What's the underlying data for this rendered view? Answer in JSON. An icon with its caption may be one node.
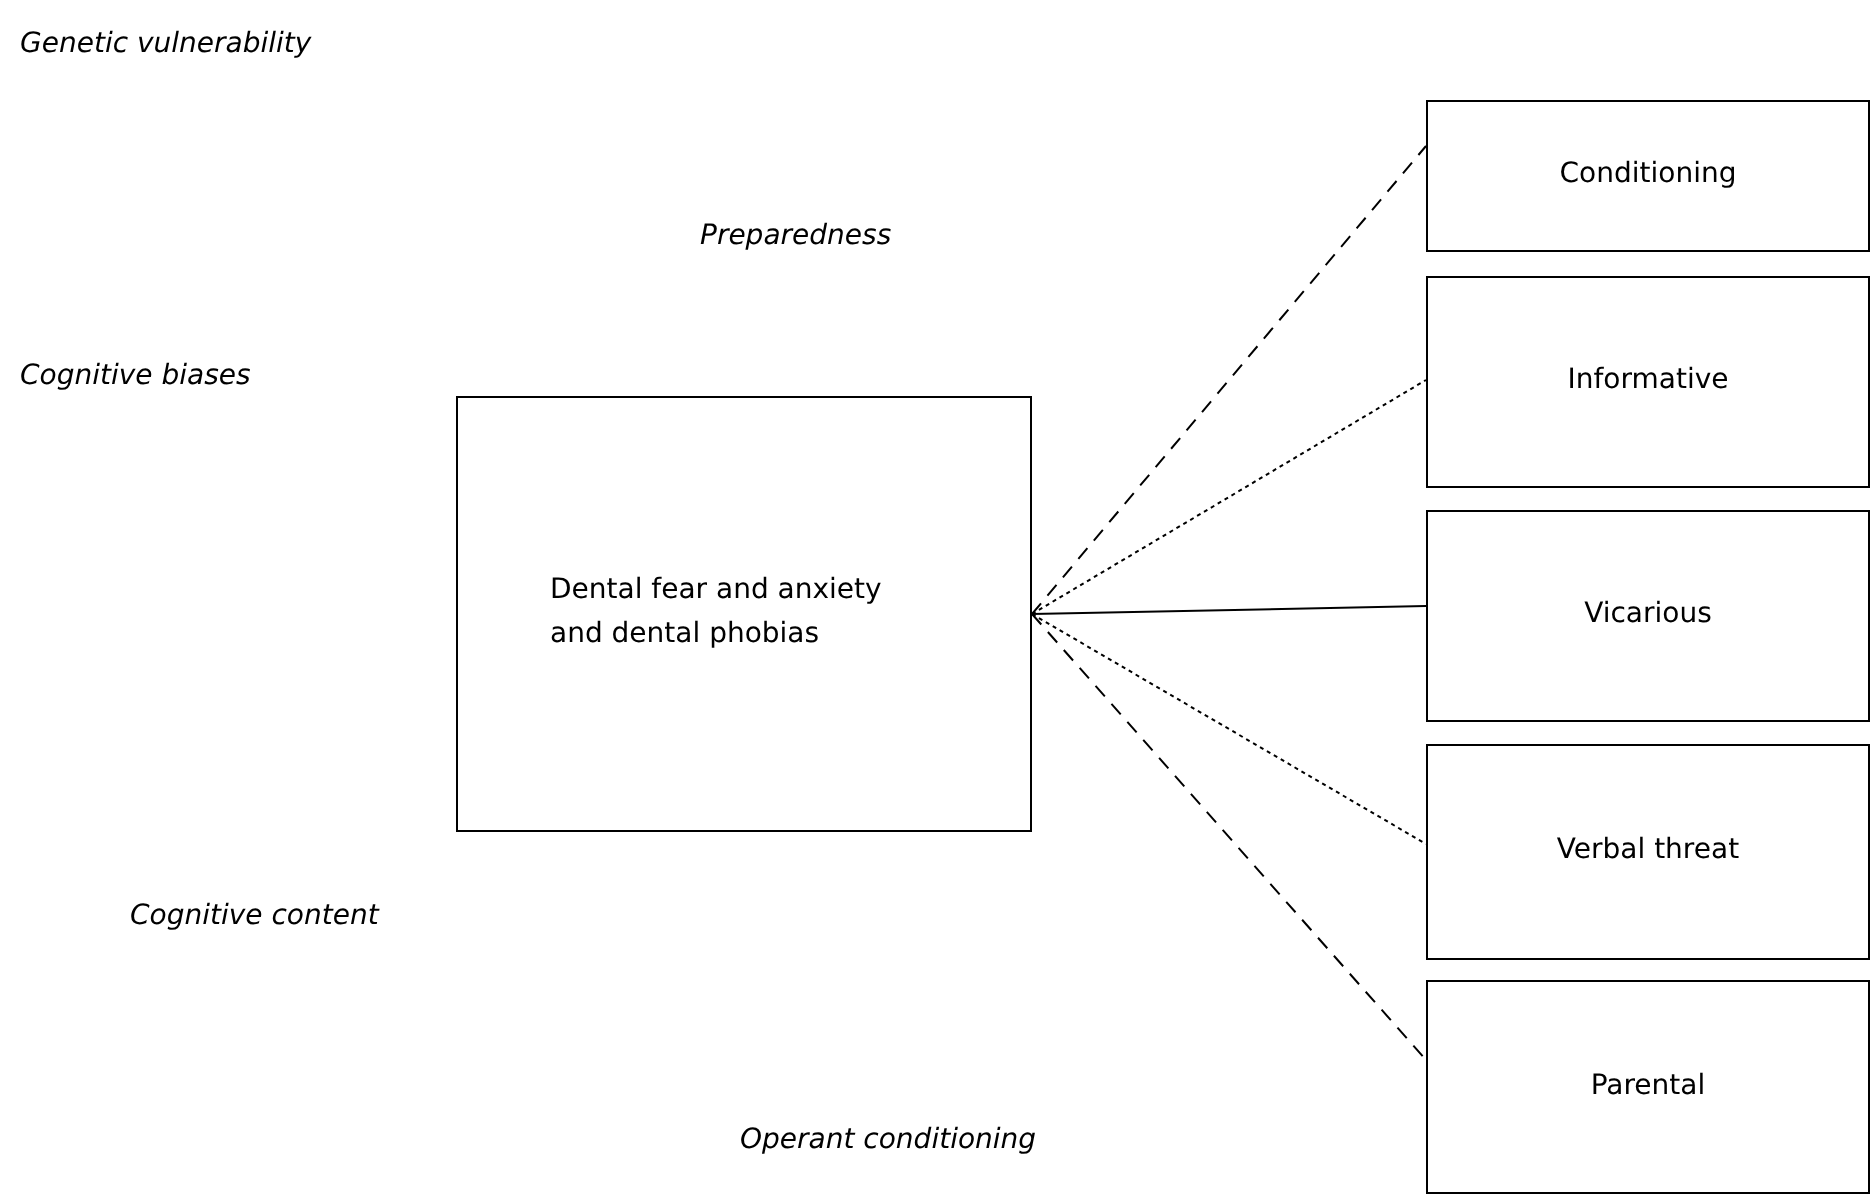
{
  "diagram": {
    "nodes": [
      {
        "text": [
          "Dental fear and anxiety and dental phobias"
        ]
      },
      {
        "text": [
          "Conditioning"
        ]
      },
      {
        "text": [
          "Informative"
        ]
      },
      {
        "text": [
          "Vicarious"
        ]
      },
      {
        "text": [
          "Verbal threat"
        ]
      },
      {
        "text": [
          "Parental"
        ]
      }
    ],
    "edges": [
      {
        "from": 0,
        "to": 1,
        "arrow": "none",
        "style": "dashed"
      },
      {
        "from": 0,
        "to": 2,
        "arrow": "none",
        "style": "dashed"
      },
      {
        "from": 0,
        "to": 3,
        "arrow": "none"
      },
      {
        "from": 0,
        "to": 4,
        "arrow": "none",
        "style": "dashed"
      },
      {
        "from": 0,
        "to": 5,
        "arrow": "none",
        "style": "dashed"
      }
    ],
    "labels": [
      "Genetic vulnerability",
      "Preparedness",
      "Cognitive biases",
      "Cognitive content",
      "Operant conditioning"
    ]
  }
}
